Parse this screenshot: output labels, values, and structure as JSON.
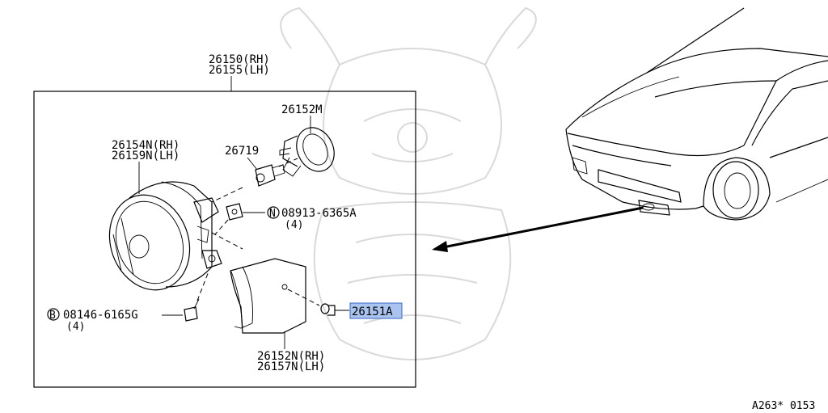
{
  "callouts": {
    "assembly_rh": "26150(RH)",
    "assembly_lh": "26155(LH)",
    "bulb_socket": "26152M",
    "lamp_rh": "26154N(RH)",
    "lamp_lh": "26159N(LH)",
    "bulb": "26719",
    "nut_part": "08913-6365A",
    "nut_qty": "(4)",
    "nut_symbol": "N",
    "bolt_part": "08146-6165G",
    "bolt_qty": "(4)",
    "bolt_symbol": "B",
    "highlighted_part": "26151A",
    "cover_rh": "26152N(RH)",
    "cover_lh": "26157N(LH)"
  },
  "footer": {
    "ref_code": "A263* 0153"
  },
  "colors": {
    "highlight_fill": "#a9c4ee",
    "highlight_border": "#3a66c4",
    "line": "#000000",
    "watermark": "#d9d9d9"
  }
}
